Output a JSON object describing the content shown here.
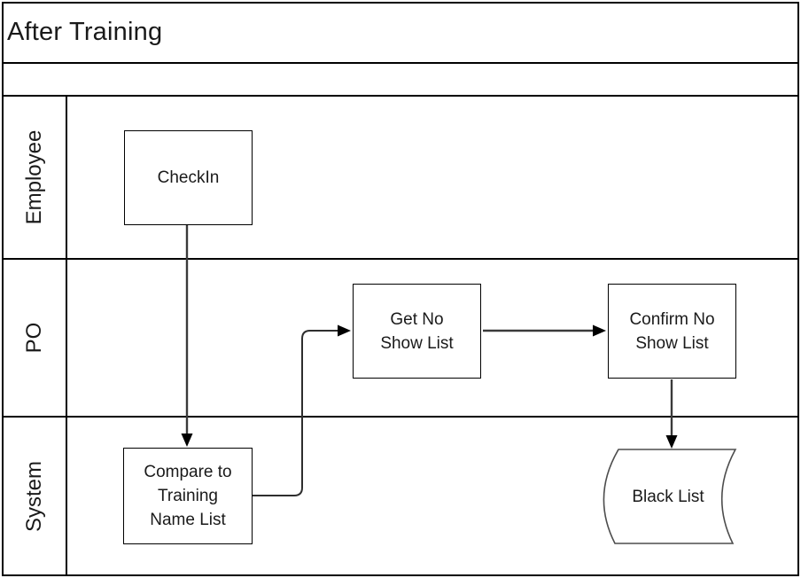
{
  "diagram": {
    "title": "After Training",
    "lanes": [
      {
        "label": "Employee"
      },
      {
        "label": "PO"
      },
      {
        "label": "System"
      }
    ],
    "nodes": {
      "checkin": {
        "type": "process",
        "lane": "Employee",
        "lines": [
          "CheckIn"
        ]
      },
      "get_no_show": {
        "type": "process",
        "lane": "PO",
        "lines": [
          "Get No",
          "Show List"
        ]
      },
      "confirm_no_show": {
        "type": "process",
        "lane": "PO",
        "lines": [
          "Confirm No",
          "Show List"
        ]
      },
      "compare_training": {
        "type": "process",
        "lane": "System",
        "lines": [
          "Compare to",
          "Training",
          "Name List"
        ]
      },
      "black_list": {
        "type": "stored-data",
        "lane": "System",
        "lines": [
          "Black List"
        ]
      }
    },
    "edges": [
      {
        "from": "checkin",
        "to": "compare_training"
      },
      {
        "from": "compare_training",
        "to": "get_no_show"
      },
      {
        "from": "get_no_show",
        "to": "confirm_no_show"
      },
      {
        "from": "confirm_no_show",
        "to": "black_list"
      }
    ],
    "colors": {
      "border": "#000000",
      "connector": "#3a3a3a",
      "stored_shape_stroke": "#4d4d4d",
      "text": "#1a1a1a",
      "background": "#ffffff"
    }
  }
}
